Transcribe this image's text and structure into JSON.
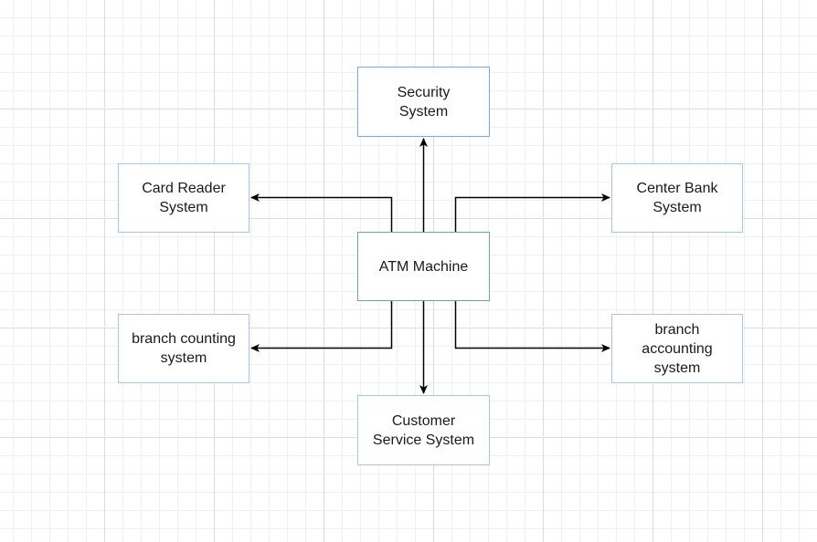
{
  "diagram": {
    "nodes": {
      "security": {
        "label": "Security\nSystem",
        "border": "#7ea6e0"
      },
      "card_reader": {
        "label": "Card Reader\nSystem",
        "border": "#a9c4eb"
      },
      "center_bank": {
        "label": "Center Bank\nSystem",
        "border": "#a9c4eb"
      },
      "atm": {
        "label": "ATM Machine",
        "border": "#67ab9f"
      },
      "branch_counting": {
        "label": "branch counting\nsystem",
        "border": "#a9c4eb"
      },
      "branch_accounting": {
        "label": "branch\naccounting\nsystem",
        "border": "#a9c4eb"
      },
      "customer_service": {
        "label": "Customer\nService System",
        "border": "#a9c4eb"
      }
    },
    "edges": [
      {
        "from": "atm",
        "to": "security"
      },
      {
        "from": "atm",
        "to": "card_reader"
      },
      {
        "from": "atm",
        "to": "center_bank"
      },
      {
        "from": "atm",
        "to": "branch_counting"
      },
      {
        "from": "atm",
        "to": "branch_accounting"
      },
      {
        "from": "atm",
        "to": "customer_service"
      }
    ],
    "colors": {
      "edge": "#000000",
      "grid_major": "#dcdcdc",
      "grid_minor": "#f0f0f0",
      "text": "#1a1a1a"
    }
  }
}
